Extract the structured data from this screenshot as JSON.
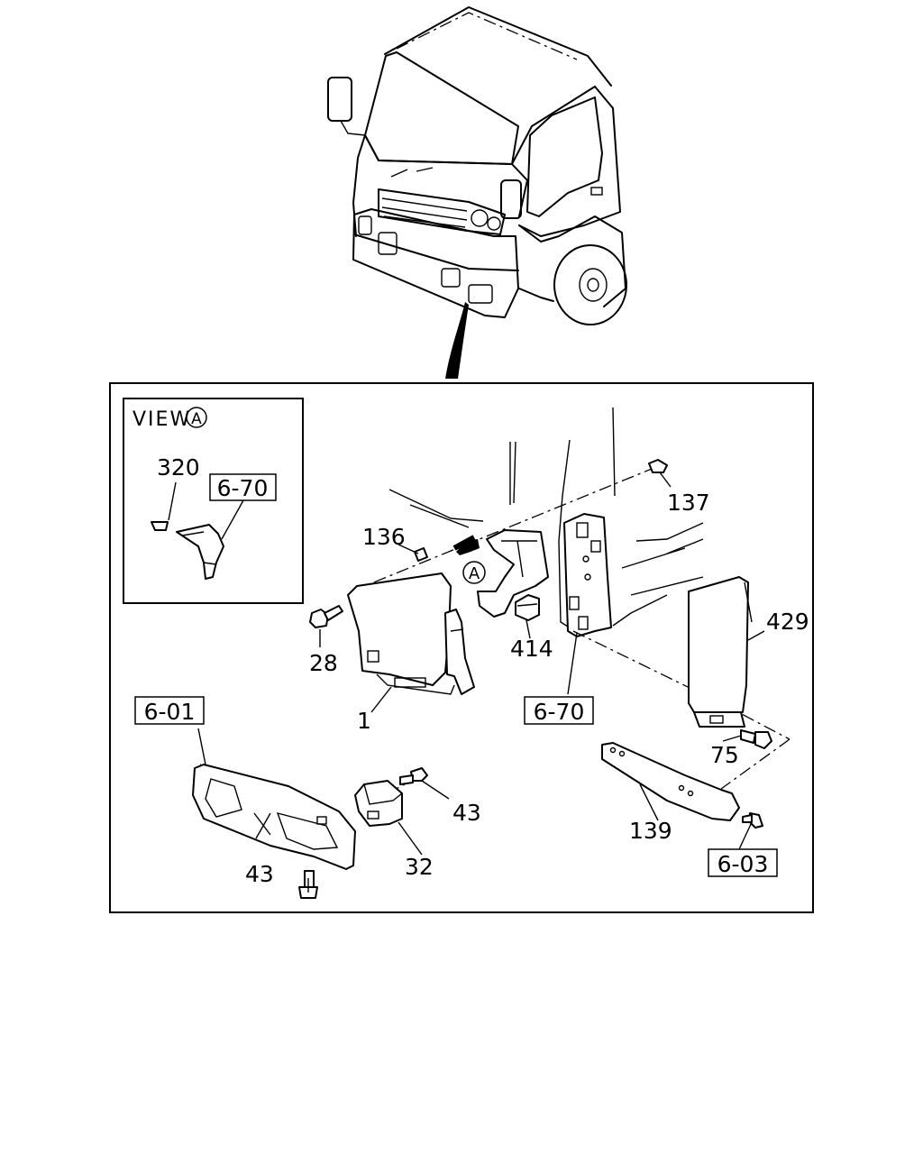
{
  "view_title": "VIEW",
  "view_marker": "A",
  "arrow_marker": "A",
  "references": {
    "ref_6_70_view": "6-70",
    "ref_6_70_main": "6-70",
    "ref_6_01": "6-01",
    "ref_6_03": "6-03"
  },
  "callouts": {
    "p320": "320",
    "p136": "136",
    "p137": "137",
    "p28": "28",
    "p414": "414",
    "p429": "429",
    "p1": "1",
    "p75": "75",
    "p43a": "43",
    "p43b": "43",
    "p32": "32",
    "p139": "139"
  }
}
